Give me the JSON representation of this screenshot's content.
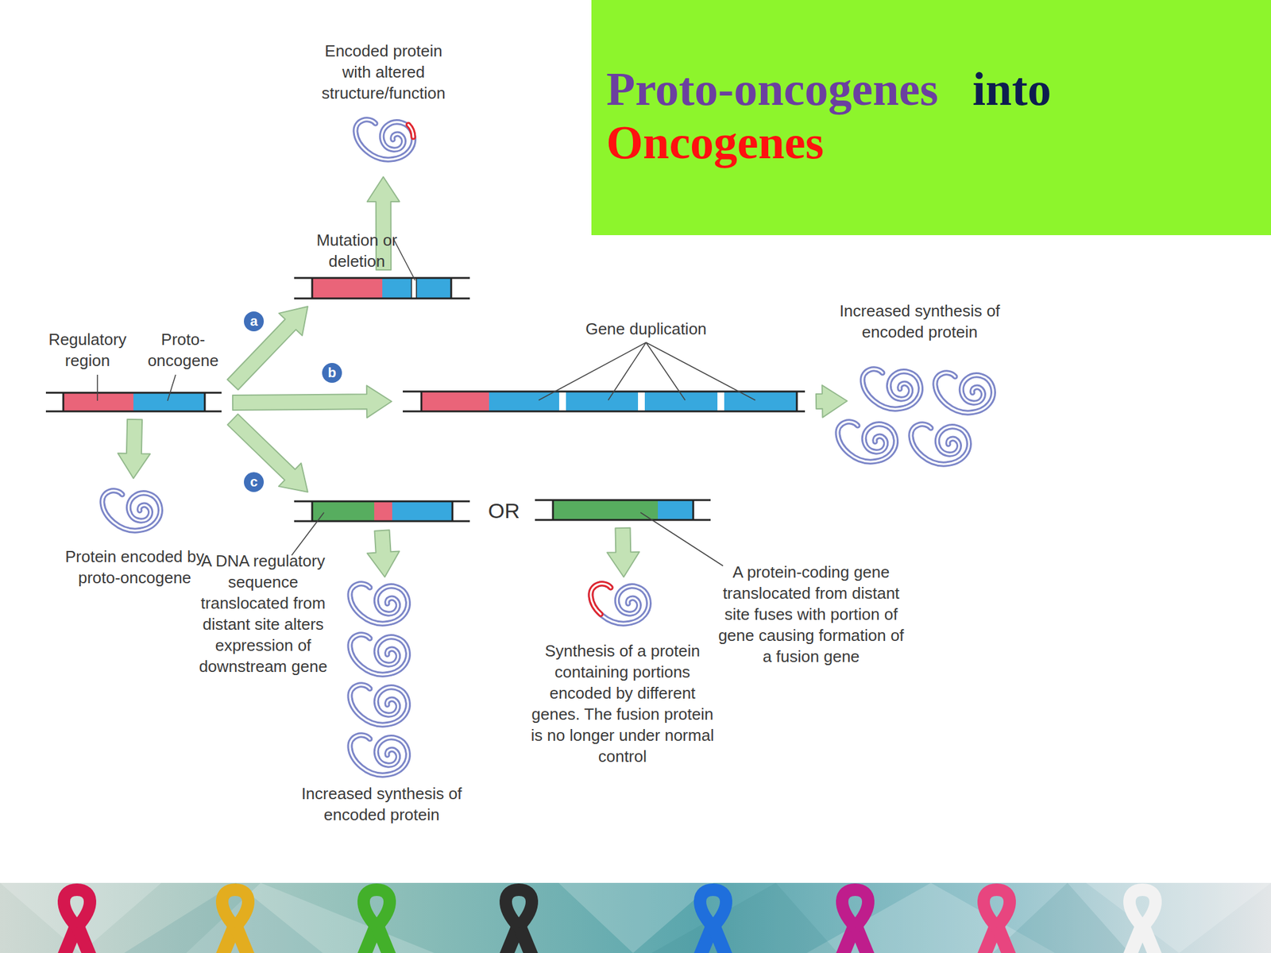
{
  "diagram": {
    "nodes": [
      {
        "text": [
          "Proto-oncogenes",
          "into",
          "Oncogenes"
        ]
      },
      {
        "text": [
          "Regulatory region",
          "Proto-oncogene"
        ]
      },
      {
        "text": [
          "Protein encoded by proto-oncogene"
        ]
      },
      {
        "text": [
          "Mutation or deletion"
        ]
      },
      {
        "text": [
          "Encoded protein with altered structure/function"
        ]
      },
      {
        "text": [
          "Gene duplication"
        ]
      },
      {
        "text": [
          "Increased synthesis of encoded protein"
        ]
      },
      {
        "text": [
          "A DNA regulatory sequence translocated from distant site alters expression of downstream gene"
        ]
      },
      {
        "text": [
          "Increased synthesis of encoded protein"
        ]
      },
      {
        "text": [
          "A protein-coding gene translocated from distant site fuses with portion of gene causing formation of a fusion gene"
        ]
      },
      {
        "text": [
          "Synthesis of a protein containing portions encoded by different genes. The fusion protein is no longer under normal control"
        ]
      }
    ],
    "edges": [
      {
        "from": 1,
        "to": 2,
        "arrow": "to"
      },
      {
        "from": 1,
        "to": 3,
        "label": "a",
        "arrow": "to"
      },
      {
        "from": 3,
        "to": 4,
        "arrow": "to"
      },
      {
        "from": 1,
        "to": 5,
        "label": "b",
        "arrow": "to"
      },
      {
        "from": 5,
        "to": 6,
        "arrow": "to"
      },
      {
        "from": 1,
        "to": 7,
        "label": "c",
        "arrow": "to"
      },
      {
        "from": 7,
        "to": 8,
        "arrow": "to"
      },
      {
        "from": 9,
        "to": 10,
        "arrow": "to"
      }
    ],
    "labels": [
      "OR"
    ]
  }
}
